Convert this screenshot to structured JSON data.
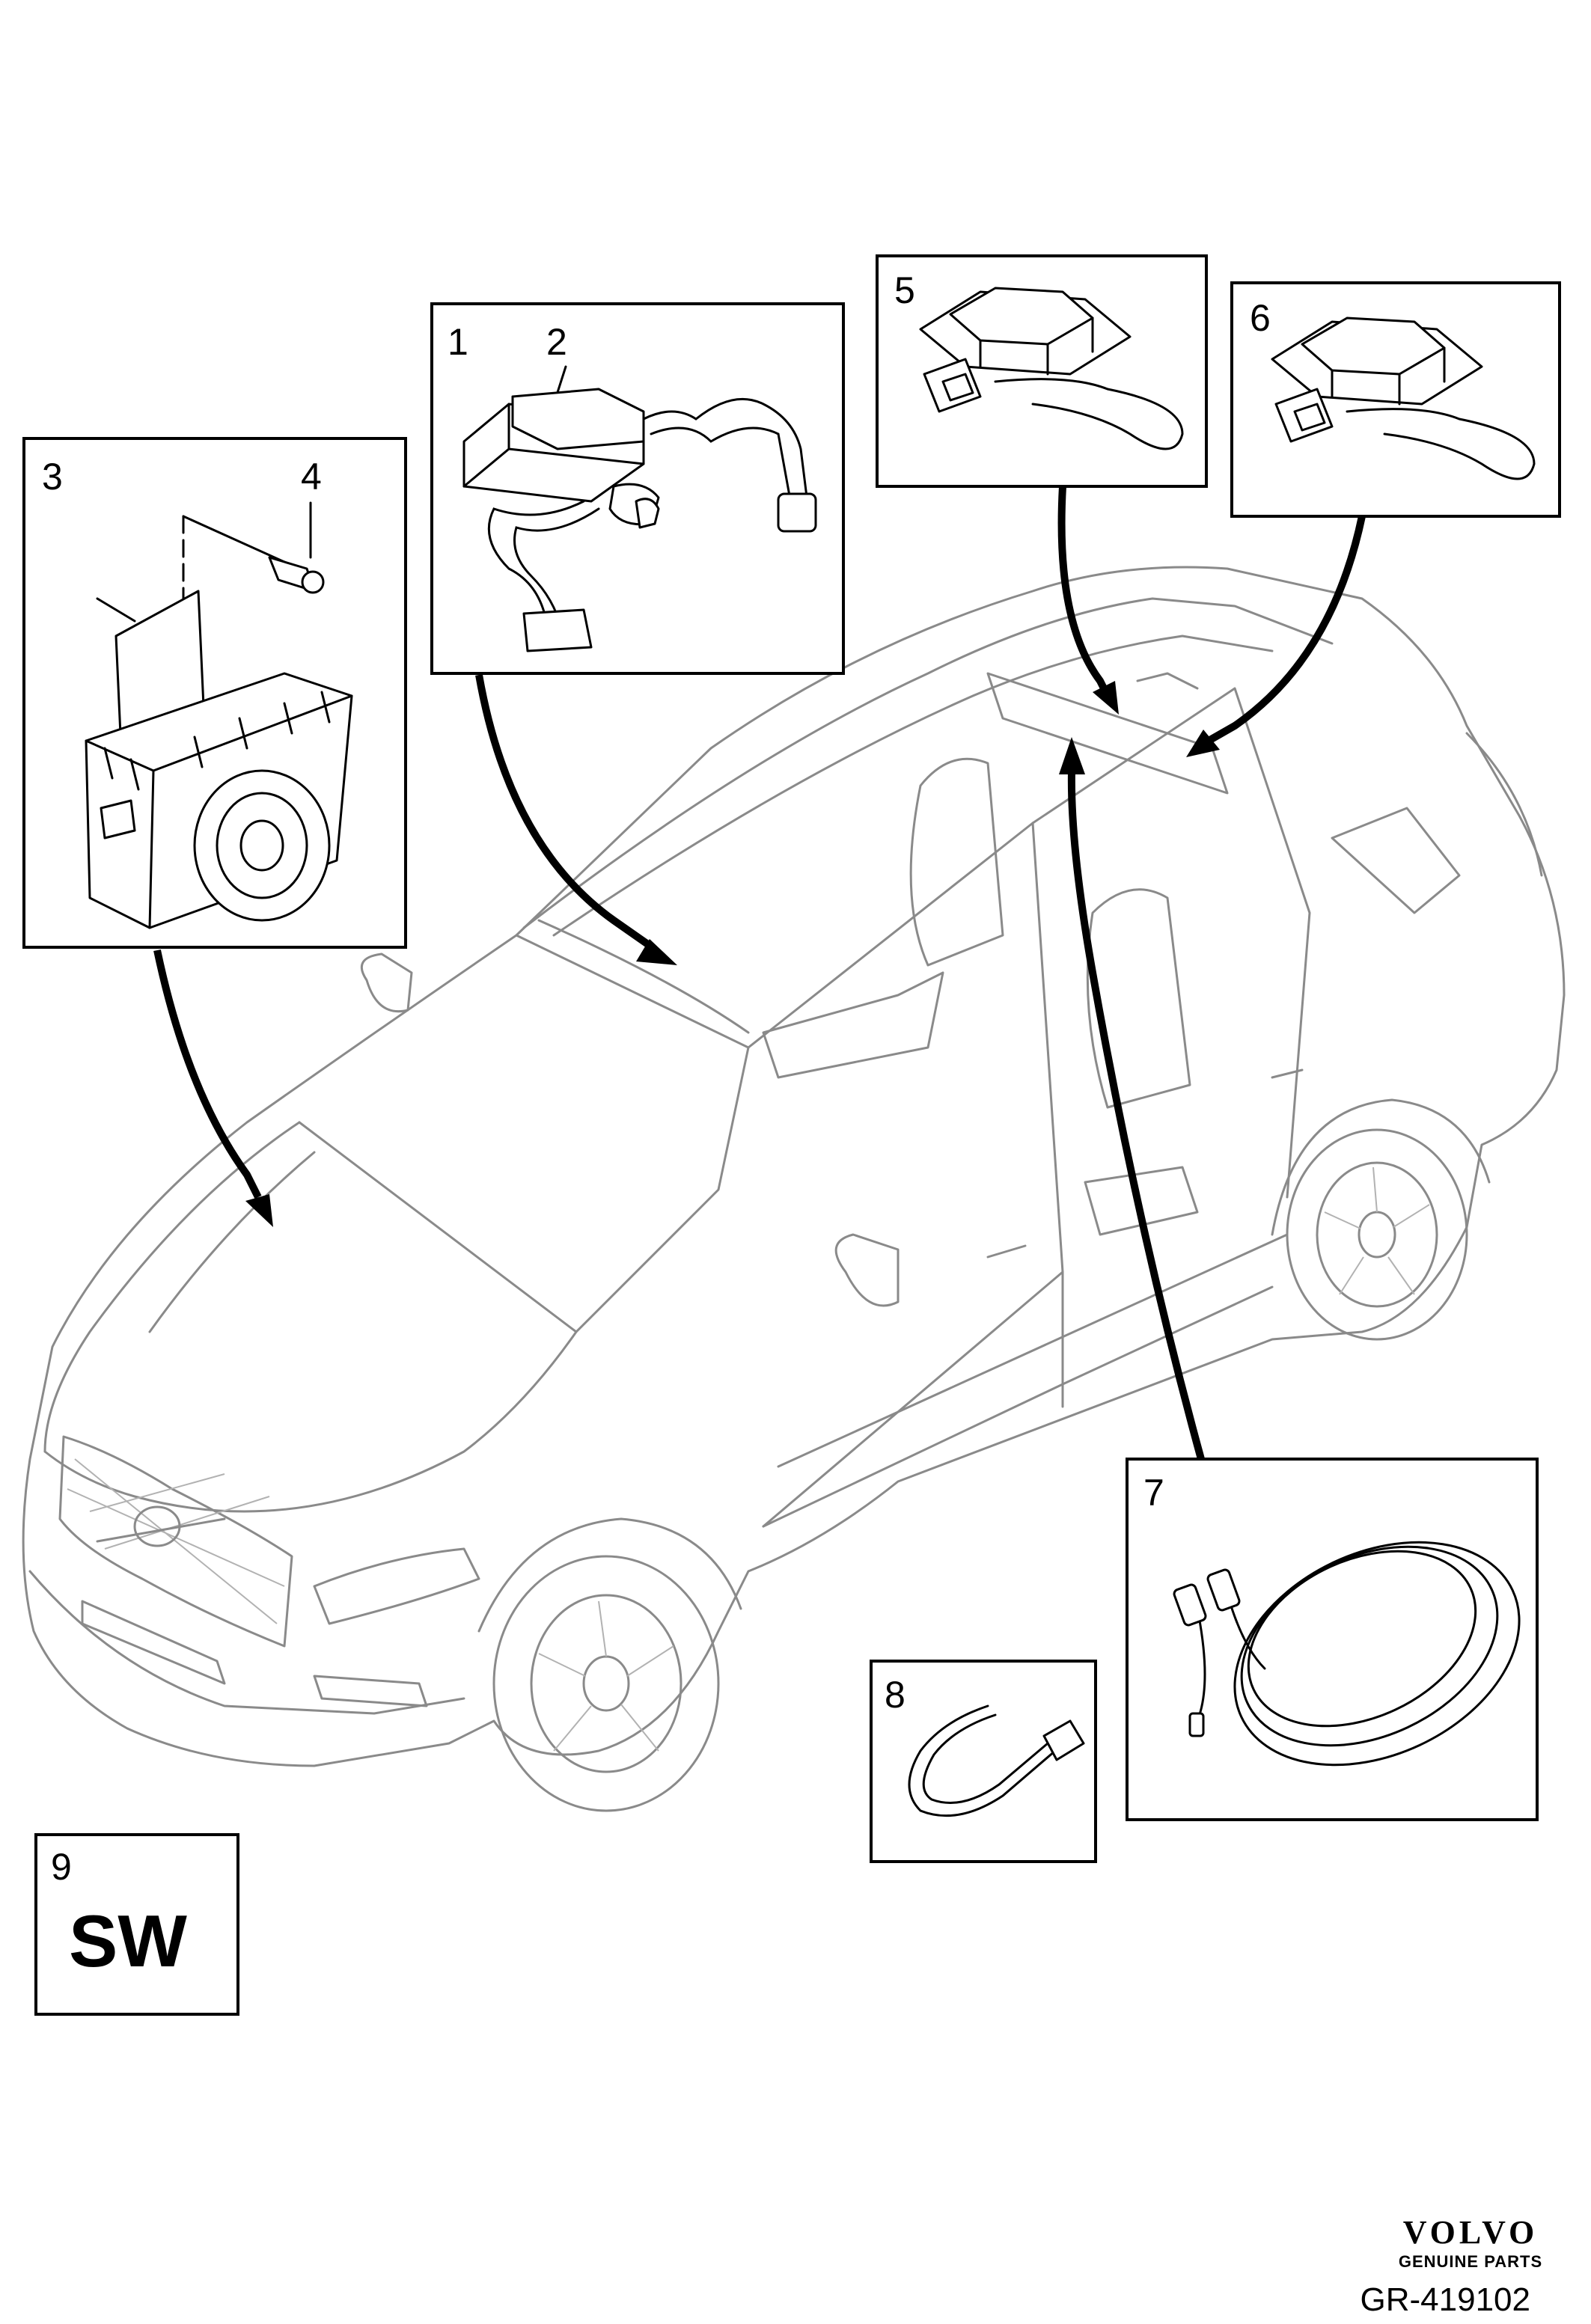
{
  "callouts": {
    "c1": "1",
    "c2": "2",
    "c3": "3",
    "c4": "4",
    "c5": "5",
    "c6": "6",
    "c7": "7",
    "c8": "8",
    "c9": "9"
  },
  "software_badge": "SW",
  "brand": {
    "name": "VOLVO",
    "tagline": "GENUINE PARTS"
  },
  "reference_code": "GR-419102"
}
